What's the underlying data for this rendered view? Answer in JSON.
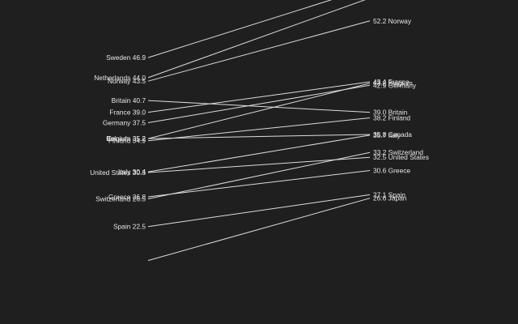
{
  "colors": {
    "background": "#1f1f1f",
    "line": "#dcdcdc",
    "text": "#e6e6e6"
  },
  "chart_data": {
    "type": "line",
    "style": "slopegraph",
    "title": "",
    "xlabel": "",
    "ylabel": "",
    "ylim": [
      20,
      58
    ],
    "grid": false,
    "legend": "none",
    "left_labels": [
      {
        "country": "Sweden",
        "value": 46.9,
        "text": "Sweden 46.9"
      },
      {
        "country": "Netherlands",
        "value": 44.0,
        "text": "Netherlands 44.0"
      },
      {
        "country": "Norway",
        "value": 43.5,
        "text": "Norway 43.5"
      },
      {
        "country": "Britain",
        "value": 40.7,
        "text": "Britain 40.7"
      },
      {
        "country": "France",
        "value": 39.0,
        "text": "France 39.0"
      },
      {
        "country": "Germany",
        "value": 37.5,
        "text": "Germany 37.5"
      },
      {
        "country": "Belgium",
        "value": 35.2,
        "text": "Belgium 35.2"
      },
      {
        "country": "Canada",
        "value": 35.2,
        "text": "Canada 35.2"
      },
      {
        "country": "Finland",
        "value": 34.9,
        "text": "Finland 34.9"
      },
      {
        "country": "Italy",
        "value": 30.4,
        "text": "Italy 30.4"
      },
      {
        "country": "United States",
        "value": 30.3,
        "text": "United States 30.3"
      },
      {
        "country": "Greece",
        "value": 26.8,
        "text": "Greece 26.8"
      },
      {
        "country": "Switzerland",
        "value": 26.5,
        "text": "Switzerland 26.5"
      },
      {
        "country": "Spain",
        "value": 22.5,
        "text": "Spain 22.5"
      }
    ],
    "right_labels": [
      {
        "country": "Norway",
        "value": 52.2,
        "text": "52.2 Norway"
      },
      {
        "country": "France",
        "value": 43.4,
        "text": "43.4 France"
      },
      {
        "country": "Belgium",
        "value": 43.2,
        "text": "43.2 Belgium"
      },
      {
        "country": "Germany",
        "value": 42.9,
        "text": "42.9 Germany"
      },
      {
        "country": "Britain",
        "value": 39.0,
        "text": "39.0 Britain"
      },
      {
        "country": "Finland",
        "value": 38.2,
        "text": "38.2 Finland"
      },
      {
        "country": "Canada",
        "value": 35.8,
        "text": "35.8 Canada"
      },
      {
        "country": "Italy",
        "value": 35.7,
        "text": "35.7 Italy"
      },
      {
        "country": "Switzerland",
        "value": 33.2,
        "text": "33.2 Switzerland"
      },
      {
        "country": "United States",
        "value": 32.5,
        "text": "32.5 United States"
      },
      {
        "country": "Greece",
        "value": 30.6,
        "text": "30.6 Greece"
      },
      {
        "country": "Spain",
        "value": 27.1,
        "text": "27.1 Spain"
      },
      {
        "country": "Japan",
        "value": 26.6,
        "text": "26.6 Japan"
      }
    ],
    "offscreen_right_ends": [
      {
        "country": "Sweden",
        "value": 57.0
      },
      {
        "country": "Netherlands",
        "value": 55.5
      },
      {
        "country": "Japan",
        "value": 20.5
      }
    ]
  }
}
